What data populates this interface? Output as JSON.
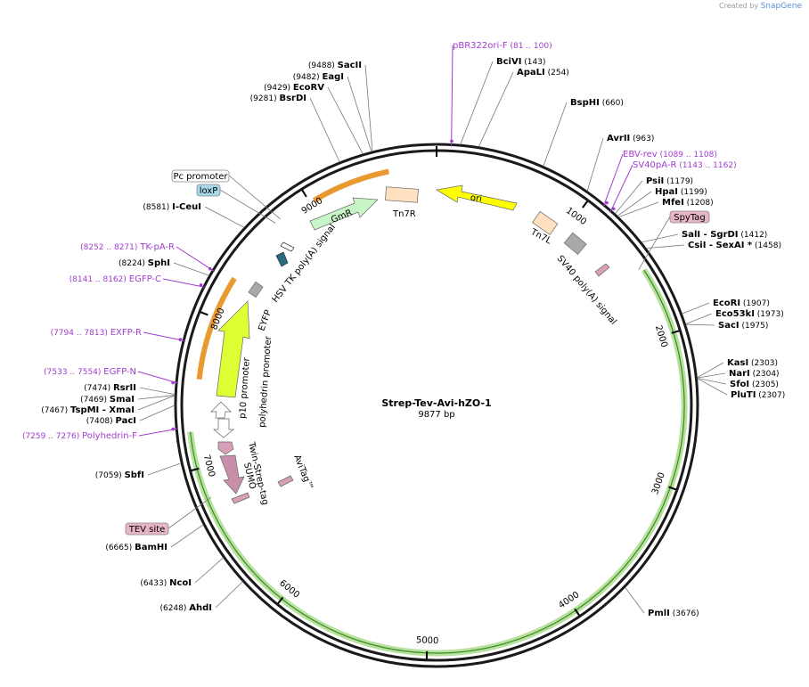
{
  "credit": {
    "created_by": "Created by",
    "brand": "SnapGene"
  },
  "plasmid": {
    "name": "Strep-Tev-Avi-hZO-1",
    "size_label": "9877 bp",
    "length": 9877
  },
  "ticks": [
    {
      "bp": 1000,
      "label": "1000"
    },
    {
      "bp": 2000,
      "label": "2000"
    },
    {
      "bp": 3000,
      "label": "3000"
    },
    {
      "bp": 4000,
      "label": "4000"
    },
    {
      "bp": 5000,
      "label": "5000"
    },
    {
      "bp": 6000,
      "label": "6000"
    },
    {
      "bp": 7000,
      "label": "7000"
    },
    {
      "bp": 8000,
      "label": "8000"
    },
    {
      "bp": 9000,
      "label": "9000"
    }
  ],
  "sites": [
    {
      "name": "SacII",
      "pos": "(9488)",
      "bp": 9488,
      "side": "left"
    },
    {
      "name": "EagI",
      "pos": "(9482)",
      "bp": 9482,
      "side": "left"
    },
    {
      "name": "EcoRV",
      "pos": "(9429)",
      "bp": 9429,
      "side": "left"
    },
    {
      "name": "BsrDI",
      "pos": "(9281)",
      "bp": 9281,
      "side": "left"
    },
    {
      "name": "I-CeuI",
      "pos": "(8581)",
      "bp": 8581,
      "side": "left"
    },
    {
      "name": "SphI",
      "pos": "(8224)",
      "bp": 8224,
      "side": "left"
    },
    {
      "name": "RsrII",
      "pos": "(7474)",
      "bp": 7474,
      "side": "left"
    },
    {
      "name": "SmaI",
      "pos": "(7469)",
      "bp": 7469,
      "side": "left"
    },
    {
      "name": "TspMI  - XmaI",
      "pos": "(7467)",
      "bp": 7467,
      "side": "left"
    },
    {
      "name": "PacI",
      "pos": "(7408)",
      "bp": 7408,
      "side": "left"
    },
    {
      "name": "SbfI",
      "pos": "(7059)",
      "bp": 7059,
      "side": "left"
    },
    {
      "name": "BamHI",
      "pos": "(6665)",
      "bp": 6665,
      "side": "left"
    },
    {
      "name": "NcoI",
      "pos": "(6433)",
      "bp": 6433,
      "side": "left"
    },
    {
      "name": "AhdI",
      "pos": "(6248)",
      "bp": 6248,
      "side": "left"
    },
    {
      "name": "BciVI",
      "pos": "(143)",
      "bp": 143,
      "side": "right"
    },
    {
      "name": "ApaLI",
      "pos": "(254)",
      "bp": 254,
      "side": "right"
    },
    {
      "name": "BspHI",
      "pos": "(660)",
      "bp": 660,
      "side": "right"
    },
    {
      "name": "AvrII",
      "pos": "(963)",
      "bp": 963,
      "side": "right"
    },
    {
      "name": "PsiI",
      "pos": "(1179)",
      "bp": 1179,
      "side": "right"
    },
    {
      "name": "HpaI",
      "pos": "(1199)",
      "bp": 1199,
      "side": "right"
    },
    {
      "name": "MfeI",
      "pos": "(1208)",
      "bp": 1208,
      "side": "right"
    },
    {
      "name": "SalI  - SgrDI",
      "pos": "(1412)",
      "bp": 1412,
      "side": "right"
    },
    {
      "name": "CsiI  - SexAI *",
      "pos": "(1458)",
      "bp": 1458,
      "side": "right"
    },
    {
      "name": "EcoRI",
      "pos": "(1907)",
      "bp": 1907,
      "side": "right"
    },
    {
      "name": "Eco53kI",
      "pos": "(1973)",
      "bp": 1973,
      "side": "right"
    },
    {
      "name": "SacI",
      "pos": "(1975)",
      "bp": 1975,
      "side": "right"
    },
    {
      "name": "KasI",
      "pos": "(2303)",
      "bp": 2303,
      "side": "right"
    },
    {
      "name": "NarI",
      "pos": "(2304)",
      "bp": 2304,
      "side": "right"
    },
    {
      "name": "SfoI",
      "pos": "(2305)",
      "bp": 2305,
      "side": "right"
    },
    {
      "name": "PluTI",
      "pos": "(2307)",
      "bp": 2307,
      "side": "right"
    },
    {
      "name": "PmlI",
      "pos": "(3676)",
      "bp": 3676,
      "side": "right"
    }
  ],
  "primers": [
    {
      "name": "pBR322ori-F",
      "range": "(81 .. 100)",
      "bp": 90
    },
    {
      "name": "EBV-rev",
      "range": "(1089 .. 1108)",
      "bp": 1098
    },
    {
      "name": "SV40pA-R",
      "range": "(1143 .. 1162)",
      "bp": 1152
    },
    {
      "name": "TK-pA-R",
      "range": "(8252 .. 8271)",
      "bp": 8261
    },
    {
      "name": "EGFP-C",
      "range": "(8141 .. 8162)",
      "bp": 8151
    },
    {
      "name": "EXFP-R",
      "range": "(7794 .. 7813)",
      "bp": 7803
    },
    {
      "name": "EGFP-N",
      "range": "(7533 .. 7554)",
      "bp": 7543
    },
    {
      "name": "Polyhedrin-F",
      "range": "(7259 .. 7276)",
      "bp": 7267
    }
  ],
  "boxed": [
    {
      "name": "Pc promoter",
      "color": "#ffffff",
      "bp": 8780
    },
    {
      "name": "loxP",
      "color": "#a8d8ea",
      "bp": 8740
    },
    {
      "name": "SpyTag",
      "color": "#e8b4c8",
      "bp": 1540
    },
    {
      "name": "TEV site",
      "color": "#e8b4c8",
      "bp": 6800
    }
  ],
  "features": [
    {
      "name": "ori",
      "color": "#ffff00",
      "kind": "arrow"
    },
    {
      "name": "GmR",
      "color": "#c8f5c8",
      "kind": "arrow"
    },
    {
      "name": "Tn7R",
      "color": "#ffe0c0",
      "kind": "box"
    },
    {
      "name": "Tn7L",
      "color": "#ffe0c0",
      "kind": "box"
    },
    {
      "name": "SV40 poly(A) signal",
      "color": "#a9a9a9",
      "kind": "box"
    },
    {
      "name": "HSV TK poly(A) signal",
      "color": "#a9a9a9",
      "kind": "box"
    },
    {
      "name": "EYFP",
      "color": "#ddff33",
      "kind": "arrow"
    },
    {
      "name": "p10 promoter",
      "color": "#ffffff",
      "kind": "arrow"
    },
    {
      "name": "polyhedrin promoter",
      "color": "#ffffff",
      "kind": "arrow"
    },
    {
      "name": "Twin-Strep-tag",
      "color": "#d8a0b8",
      "kind": "arrow"
    },
    {
      "name": "SUMO",
      "color": "#c890a8",
      "kind": "arrow"
    },
    {
      "name": "AviTag™",
      "color": "#d8a0b8",
      "kind": "arrow"
    }
  ],
  "colors": {
    "backbone": "#1a1a1a",
    "highlight": "#7ec850",
    "primer": "#a03ccf",
    "orange_arc": "#e89a30"
  }
}
